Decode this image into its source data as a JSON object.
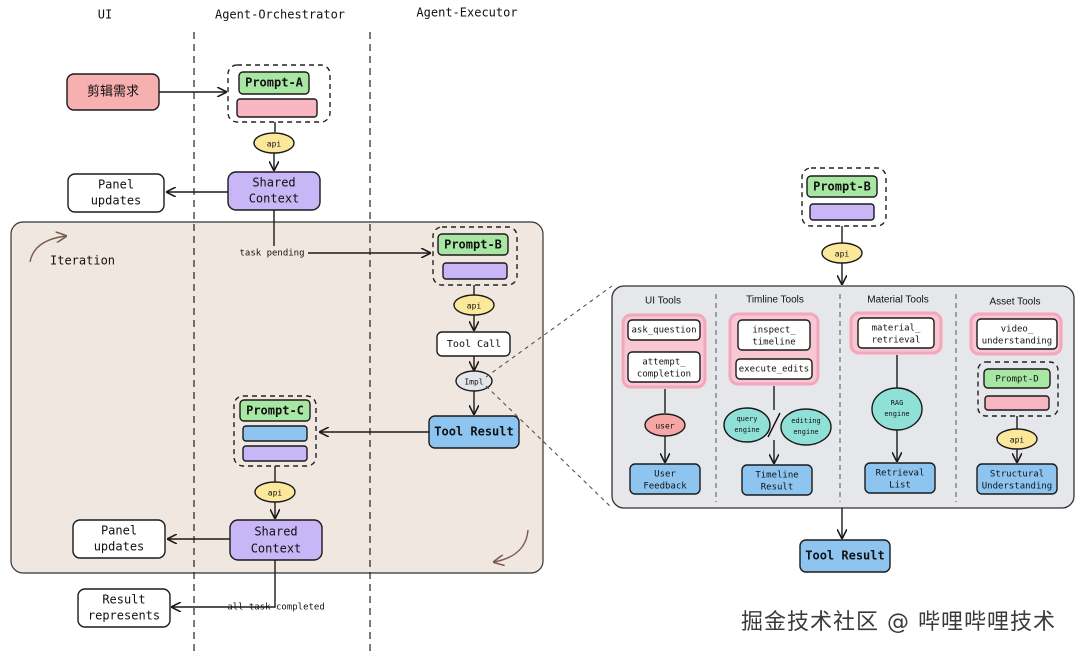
{
  "columns": {
    "ui": "UI",
    "orchestrator": "Agent-Orchestrator",
    "executor": "Agent-Executor"
  },
  "nodes": {
    "edit_request": "剪辑需求",
    "prompt_a": "Prompt-A",
    "prompt_b": "Prompt-B",
    "prompt_c": "Prompt-C",
    "prompt_d": "Prompt-D",
    "api": "api",
    "shared_context": [
      "Shared",
      "Context"
    ],
    "panel_updates": [
      "Panel",
      "updates"
    ],
    "task_pending": "task pending",
    "iteration": "Iteration",
    "tool_call": "Tool Call",
    "impl": "Impl",
    "tool_result": "Tool Result",
    "result_represents": [
      "Result",
      "represents"
    ],
    "all_task_completed": "all task completed"
  },
  "tools_panel": {
    "groups": [
      {
        "title": "UI Tools",
        "tools": [
          "ask_question",
          [
            "attempt_",
            "completion"
          ]
        ],
        "engine": "user",
        "result": [
          "User",
          "Feedback"
        ]
      },
      {
        "title": "Timline Tools",
        "tools": [
          [
            "inspect_",
            "timeline"
          ],
          "execute_edits"
        ],
        "engines": [
          [
            "query",
            "engine"
          ],
          [
            "editing",
            "engine"
          ]
        ],
        "result": [
          "Timeline",
          "Result"
        ]
      },
      {
        "title": "Material Tools",
        "tools": [
          [
            "material_",
            "retrieval"
          ]
        ],
        "engine": [
          "RAG",
          "engine"
        ],
        "result": [
          "Retrieval",
          "List"
        ]
      },
      {
        "title": "Asset Tools",
        "tools": [
          [
            "video_",
            "understanding"
          ]
        ],
        "prompt": "Prompt-D",
        "api": "api",
        "result": [
          "Structural",
          "Understanding"
        ]
      }
    ]
  },
  "watermark": "掘金技术社区 @ 哔哩哔哩技术",
  "colors": {
    "prompt_green": "#a8e6a3",
    "pink": "#f7b6c2",
    "purple": "#c9b6f7",
    "blue": "#8ec5f0",
    "api_yellow": "#fbe89a",
    "panel_gray": "#e5e7ea",
    "iteration_bg": "#f1e7e1",
    "red_box": "#f7b0b0"
  }
}
